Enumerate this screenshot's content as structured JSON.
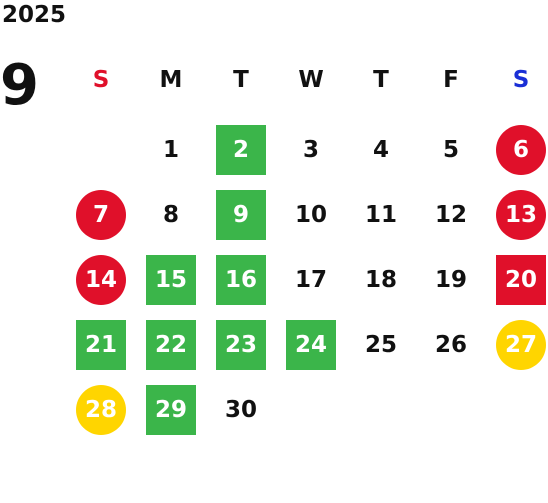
{
  "year": "2025",
  "month": "9",
  "weekdays": [
    {
      "label": "S",
      "color": "#e0102a"
    },
    {
      "label": "M",
      "color": "#111111"
    },
    {
      "label": "T",
      "color": "#111111"
    },
    {
      "label": "W",
      "color": "#111111"
    },
    {
      "label": "T",
      "color": "#111111"
    },
    {
      "label": "F",
      "color": "#111111"
    },
    {
      "label": "S",
      "color": "#1a2fd6"
    }
  ],
  "first_weekday_index": 1,
  "days": [
    {
      "n": "1",
      "mark": "none"
    },
    {
      "n": "2",
      "mark": "green"
    },
    {
      "n": "3",
      "mark": "none"
    },
    {
      "n": "4",
      "mark": "none"
    },
    {
      "n": "5",
      "mark": "none"
    },
    {
      "n": "6",
      "mark": "red-circle"
    },
    {
      "n": "7",
      "mark": "red-circle"
    },
    {
      "n": "8",
      "mark": "none"
    },
    {
      "n": "9",
      "mark": "green"
    },
    {
      "n": "10",
      "mark": "none"
    },
    {
      "n": "11",
      "mark": "none"
    },
    {
      "n": "12",
      "mark": "none"
    },
    {
      "n": "13",
      "mark": "red-circle"
    },
    {
      "n": "14",
      "mark": "red-circle"
    },
    {
      "n": "15",
      "mark": "green"
    },
    {
      "n": "16",
      "mark": "green"
    },
    {
      "n": "17",
      "mark": "none"
    },
    {
      "n": "18",
      "mark": "none"
    },
    {
      "n": "19",
      "mark": "none"
    },
    {
      "n": "20",
      "mark": "red-square"
    },
    {
      "n": "21",
      "mark": "green"
    },
    {
      "n": "22",
      "mark": "green"
    },
    {
      "n": "23",
      "mark": "green"
    },
    {
      "n": "24",
      "mark": "green"
    },
    {
      "n": "25",
      "mark": "none"
    },
    {
      "n": "26",
      "mark": "none"
    },
    {
      "n": "27",
      "mark": "yellow-circle"
    },
    {
      "n": "28",
      "mark": "yellow-circle"
    },
    {
      "n": "29",
      "mark": "green"
    },
    {
      "n": "30",
      "mark": "none"
    }
  ],
  "colors": {
    "green": "#3bb54a",
    "red": "#e0102a",
    "yellow": "#ffd500",
    "sunday": "#e0102a",
    "saturday": "#1a2fd6"
  }
}
